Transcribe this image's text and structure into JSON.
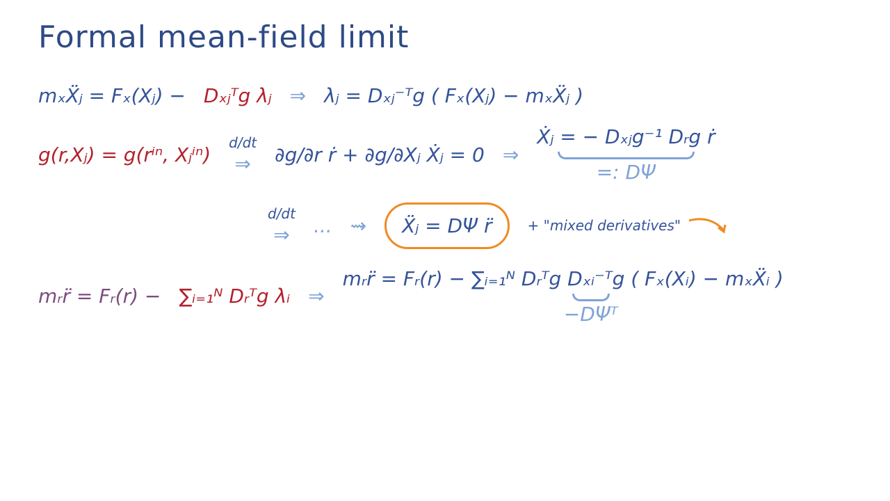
{
  "title": "Formal mean-field limit",
  "row1": {
    "lhs_blue": "mₓẌⱼ = Fₓ(Xⱼ) −",
    "lhs_red": "Dₓⱼᵀg λⱼ",
    "arrow": "⇒",
    "rhs": "λⱼ = Dₓⱼ⁻ᵀg ( Fₓ(Xⱼ) − mₓẌⱼ )"
  },
  "row2": {
    "lhs": "g(r,Xⱼ) = g(rⁱⁿ, Xⱼⁱⁿ)",
    "ddt": "d/dt",
    "arrow": "⇒",
    "mid": "∂g/∂r ṙ + ∂g/∂Xⱼ Ẋⱼ = 0",
    "arrow2": "⇒",
    "rhs": "Ẋⱼ = − Dₓⱼg⁻¹ Dᵣg ṙ",
    "brace_label": "=: DΨ"
  },
  "row3": {
    "ddt": "d/dt",
    "arrow": "⇒",
    "dots": "...",
    "squiggle": "⇝",
    "boxed": "Ẍⱼ = DΨ r̈",
    "tail": "+ \"mixed derivatives\""
  },
  "row4": {
    "lhs_purple": "mᵣr̈ = Fᵣ(r) −",
    "lhs_red": "∑ᵢ₌₁ᴺ Dᵣᵀg λᵢ",
    "arrow": "⇒",
    "rhs": "mᵣr̈ = Fᵣ(r) − ∑ᵢ₌₁ᴺ Dᵣᵀg Dₓᵢ⁻ᵀg ( Fₓ(Xᵢ) − mₓẌᵢ )",
    "brace_label": "−DΨᵀ"
  }
}
